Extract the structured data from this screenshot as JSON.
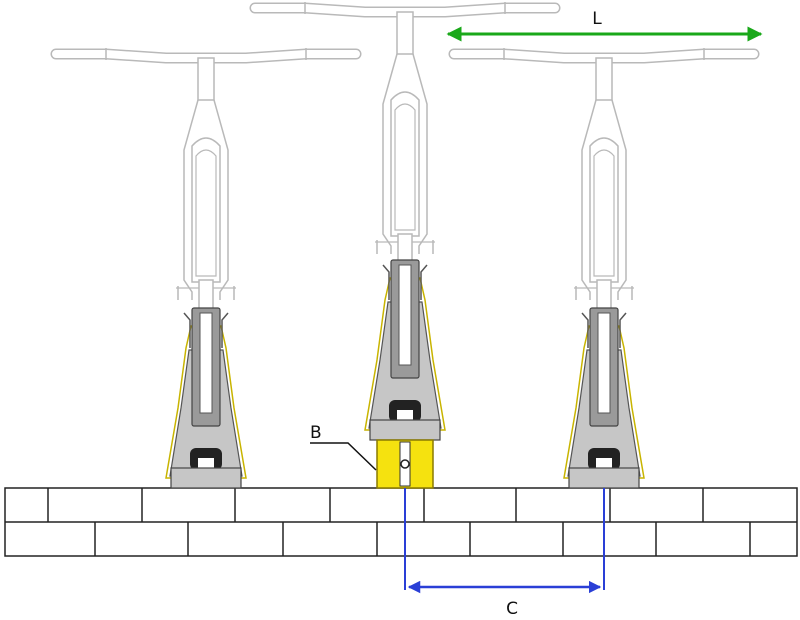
{
  "labels": {
    "length": "L",
    "block": "B",
    "spacing": "C"
  },
  "colors": {
    "dimension_length": "#1aa81a",
    "dimension_spacing": "#2a3fd6",
    "block_fill": "#f5e20f",
    "bike_frame": "#b9b9b9",
    "rack_fill": "#c6c6c6",
    "rack_outline": "#c8b400"
  }
}
